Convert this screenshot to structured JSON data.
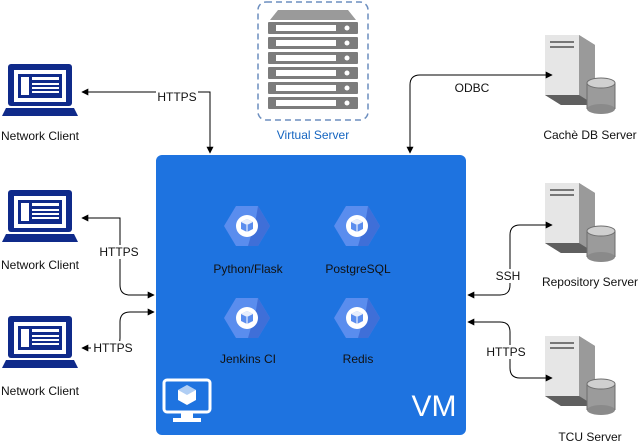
{
  "colors": {
    "vm_box": "#1E73E0",
    "hex_fill": "#5A8DEE",
    "hex_dark": "#3F6FD8",
    "client_blue": "#0F2A8A",
    "server_gray": "#8C8C8C",
    "virtual_server_label": "#1565C0",
    "arrow": "#000000"
  },
  "virtual_server": {
    "label": "Virtual Server",
    "icon": "server-rack-icon"
  },
  "vm": {
    "label": "VM",
    "icon": "monitor-cube-icon"
  },
  "services": [
    {
      "label": "Python/Flask",
      "icon": "hexagon-cube-icon"
    },
    {
      "label": "PostgreSQL",
      "icon": "hexagon-cube-icon"
    },
    {
      "label": "Jenkins CI",
      "icon": "hexagon-cube-icon"
    },
    {
      "label": "Redis",
      "icon": "hexagon-cube-icon"
    }
  ],
  "clients": [
    {
      "label": "Network Client",
      "icon": "laptop-icon"
    },
    {
      "label": "Network Client",
      "icon": "laptop-icon"
    },
    {
      "label": "Network Client",
      "icon": "laptop-icon"
    }
  ],
  "servers": [
    {
      "label": "Cachè DB Server",
      "icon": "database-server-icon"
    },
    {
      "label": "Repository Server",
      "icon": "database-server-icon"
    },
    {
      "label": "TCU Server",
      "icon": "database-server-icon"
    }
  ],
  "connections": [
    {
      "label": "HTTPS"
    },
    {
      "label": "HTTPS"
    },
    {
      "label": "HTTPS"
    },
    {
      "label": "ODBC"
    },
    {
      "label": "SSH"
    },
    {
      "label": "HTTPS"
    }
  ]
}
